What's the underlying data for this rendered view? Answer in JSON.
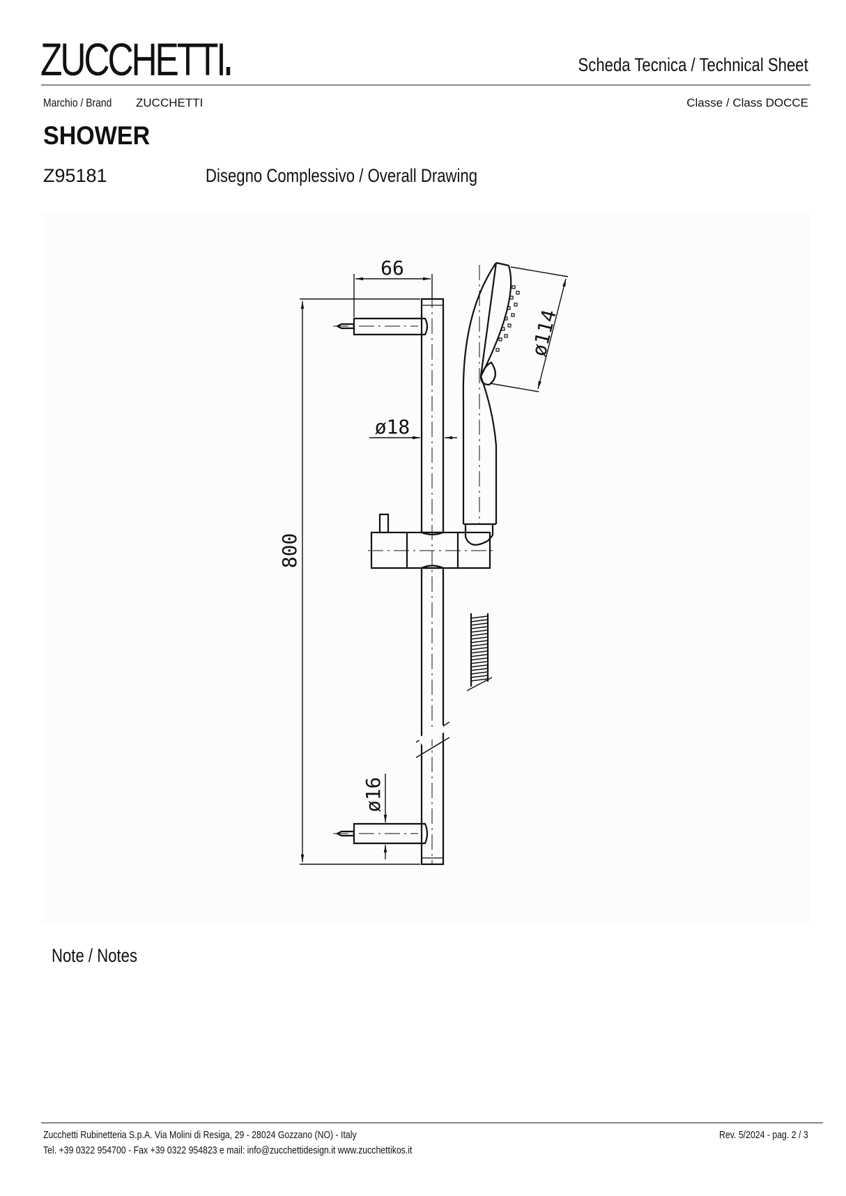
{
  "header": {
    "logo_text": "ZUCCHETTI",
    "sheet_title": "Scheda Tecnica / Technical Sheet",
    "brand_label": "Marchio / Brand",
    "brand_value": "ZUCCHETTI",
    "class_line": "Classe / Class  DOCCE"
  },
  "product": {
    "type": "SHOWER",
    "code": "Z95181",
    "drawing_title": "Disegno Complessivo / Overall Drawing"
  },
  "drawing": {
    "dimensions": {
      "bracket_projection": "66",
      "head_diameter": "ø114",
      "rail_diameter": "ø18",
      "rail_length": "800",
      "bracket_diameter": "ø16"
    }
  },
  "notes": {
    "label": "Note / Notes"
  },
  "footer": {
    "line1": "Zucchetti Rubinetteria S.p.A. Via Molini di Resiga, 29 - 28024 Gozzano (NO) - Italy",
    "line2": "Tel. +39 0322 954700 - Fax +39 0322 954823 e mail: info@zucchettidesign.it www.zucchettikos.it",
    "revision": "Rev. 5/2024 - pag. 2 / 3"
  }
}
